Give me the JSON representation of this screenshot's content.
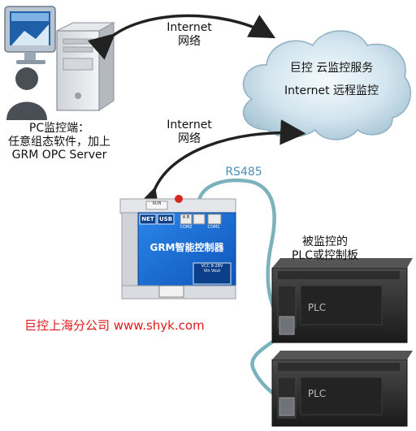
{
  "links": {
    "top": {
      "line1": "Internet",
      "line2": "网络"
    },
    "middle": {
      "line1": "Internet",
      "line2": "网络"
    },
    "serial": "RS485"
  },
  "cloud": {
    "line1": "巨控 云监控服务",
    "line2": "Internet 远程监控"
  },
  "pc": {
    "line1": "PC监控端：",
    "line2": "任意组态软件，加上",
    "line3": "GRM OPC Server"
  },
  "device": {
    "title": "GRM智能控制器",
    "port_net": "NET",
    "port_usb": "USB",
    "com2": "COM2",
    "com1": "COM1",
    "ab": "A B",
    "power_line1": "VCC 8-28V",
    "power_line2": "Vin  Vout",
    "led": "RUN"
  },
  "plc": {
    "label_line1": "被监控的",
    "label_line2": "PLC或控制板",
    "name1": "PLC",
    "name2": "PLC"
  },
  "company": {
    "text": "巨控上海分公司 www.shyk.com"
  },
  "colors": {
    "cable": "#7bb2bd",
    "arrow": "#222222",
    "device_blue": "#1a6fd6",
    "company": "#e01b1b",
    "rs485": "#4a8fb8"
  }
}
